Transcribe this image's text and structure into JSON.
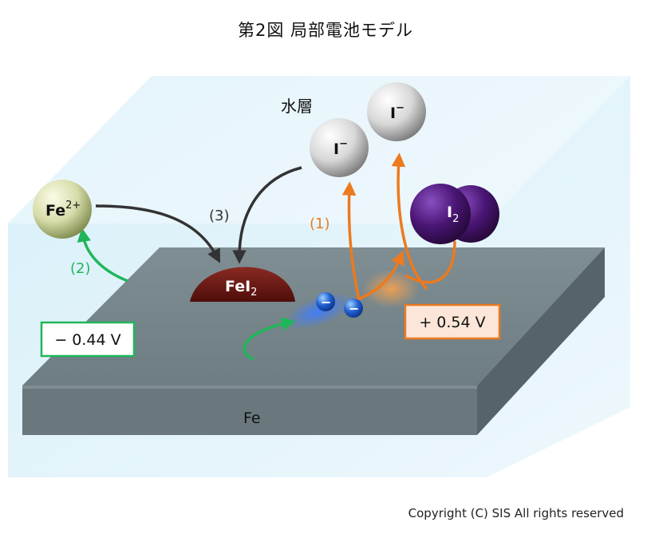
{
  "title": "第2図 局部電池モデル",
  "water_layer_label": "水層",
  "metal_label": "Fe",
  "ions": {
    "iodide_1": {
      "base": "I",
      "sup": "−"
    },
    "iodide_2": {
      "base": "I",
      "sup": "−"
    },
    "iodine": {
      "base": "I",
      "sub": "2"
    },
    "ferrous": {
      "base": "Fe",
      "sup": "2+"
    },
    "ferrous_iodide": {
      "base": "FeI",
      "sub": "2"
    }
  },
  "electron_sign": "−",
  "steps": {
    "step1": "(1)",
    "step2": "(2)",
    "step3": "(3)"
  },
  "potentials": {
    "anode": "− 0.44 V",
    "cathode": "+ 0.54 V"
  },
  "colors": {
    "anode_green": "#1fb65a",
    "cathode_orange": "#ec7a1f",
    "step3_arrow": "#333333",
    "iodine_purple": "#4a1675",
    "feI2_maroon": "#6b1212",
    "plate_top": "#76858a",
    "water": "#e3f4fb"
  },
  "copyright": "Copyright (C) SIS All rights reserved"
}
